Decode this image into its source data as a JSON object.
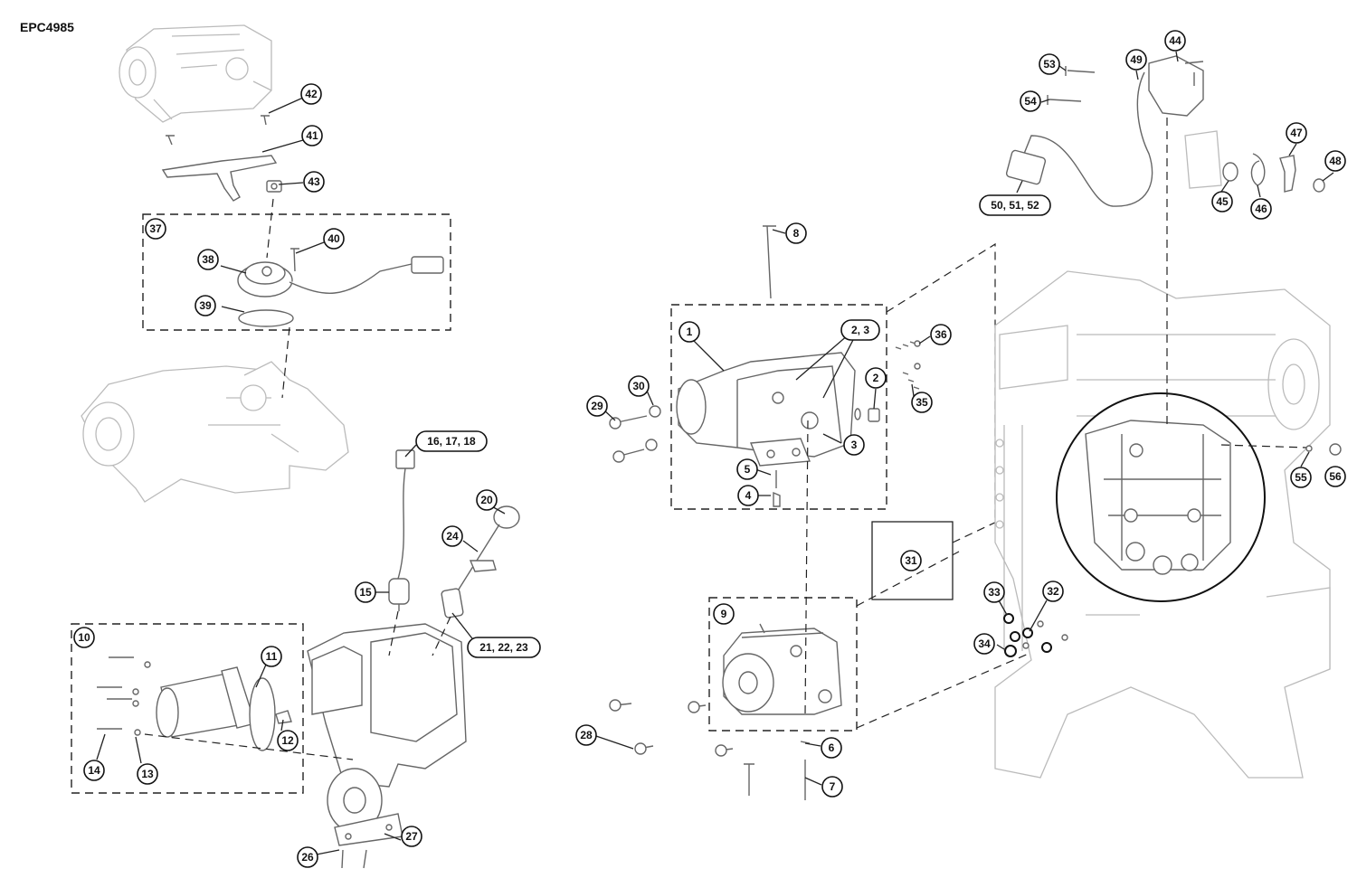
{
  "diagram_id": "EPC4985",
  "callouts": [
    {
      "id": "c1",
      "label": "1"
    },
    {
      "id": "c2",
      "label": "2"
    },
    {
      "id": "c23",
      "label": "2, 3"
    },
    {
      "id": "c3",
      "label": "3"
    },
    {
      "id": "c4",
      "label": "4"
    },
    {
      "id": "c5",
      "label": "5"
    },
    {
      "id": "c6",
      "label": "6"
    },
    {
      "id": "c7",
      "label": "7"
    },
    {
      "id": "c8",
      "label": "8"
    },
    {
      "id": "c9",
      "label": "9"
    },
    {
      "id": "c10",
      "label": "10"
    },
    {
      "id": "c11",
      "label": "11"
    },
    {
      "id": "c12",
      "label": "12"
    },
    {
      "id": "c13",
      "label": "13"
    },
    {
      "id": "c14",
      "label": "14"
    },
    {
      "id": "c15",
      "label": "15"
    },
    {
      "id": "c161718",
      "label": "16, 17, 18"
    },
    {
      "id": "c20",
      "label": "20"
    },
    {
      "id": "c212223",
      "label": "21, 22, 23"
    },
    {
      "id": "c24",
      "label": "24"
    },
    {
      "id": "c26",
      "label": "26"
    },
    {
      "id": "c27",
      "label": "27"
    },
    {
      "id": "c28",
      "label": "28"
    },
    {
      "id": "c29",
      "label": "29"
    },
    {
      "id": "c30",
      "label": "30"
    },
    {
      "id": "c31",
      "label": "31"
    },
    {
      "id": "c32",
      "label": "32"
    },
    {
      "id": "c33",
      "label": "33"
    },
    {
      "id": "c34",
      "label": "34"
    },
    {
      "id": "c35",
      "label": "35"
    },
    {
      "id": "c36",
      "label": "36"
    },
    {
      "id": "c37",
      "label": "37"
    },
    {
      "id": "c38",
      "label": "38"
    },
    {
      "id": "c39",
      "label": "39"
    },
    {
      "id": "c40",
      "label": "40"
    },
    {
      "id": "c41",
      "label": "41"
    },
    {
      "id": "c42",
      "label": "42"
    },
    {
      "id": "c43",
      "label": "43"
    },
    {
      "id": "c44",
      "label": "44"
    },
    {
      "id": "c45",
      "label": "45"
    },
    {
      "id": "c46",
      "label": "46"
    },
    {
      "id": "c47",
      "label": "47"
    },
    {
      "id": "c48",
      "label": "48"
    },
    {
      "id": "c49",
      "label": "49"
    },
    {
      "id": "c505152",
      "label": "50, 51, 52"
    },
    {
      "id": "c53",
      "label": "53"
    },
    {
      "id": "c54",
      "label": "54"
    },
    {
      "id": "c55",
      "label": "55"
    },
    {
      "id": "c56",
      "label": "56"
    }
  ]
}
